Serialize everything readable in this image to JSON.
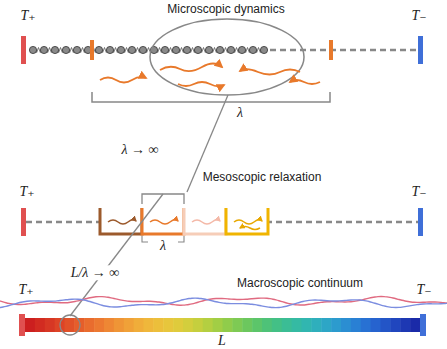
{
  "diagram": {
    "labels": [
      "Microscopic dynamics",
      "T₊",
      "T₋",
      "λ",
      "λ → ∞",
      "Mesoscopic relaxation",
      "T₊",
      "T₋",
      "λ",
      "L/λ → ∞",
      "Macroscopic continuum",
      "T₊",
      "T₋",
      "L"
    ]
  }
}
